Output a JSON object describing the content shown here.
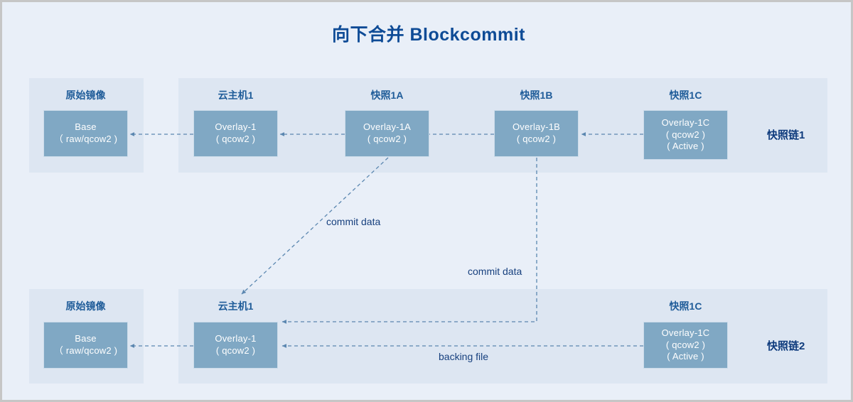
{
  "title": "向下合并 Blockcommit",
  "colors": {
    "page_background": "#e9eff8",
    "band": "#dde6f2",
    "node_fill": "#80a8c4",
    "node_text": "#ffffff",
    "caption_text": "#1f5c99",
    "chain_title_text": "#0e3b7d",
    "title_text": "#0e4b96",
    "connector": "#5b87b0",
    "border": "#c6c6c6"
  },
  "chains": [
    {
      "name": "快照链1",
      "nodes": [
        {
          "caption": "原始镜像",
          "lines": [
            "Base",
            "（ raw/qcow2 )"
          ]
        },
        {
          "caption": "云主机1",
          "lines": [
            "Overlay-1",
            "( qcow2 )"
          ]
        },
        {
          "caption": "快照1A",
          "lines": [
            "Overlay-1A",
            "( qcow2 )"
          ]
        },
        {
          "caption": "快照1B",
          "lines": [
            "Overlay-1B",
            "( qcow2 )"
          ]
        },
        {
          "caption": "快照1C",
          "lines": [
            "Overlay-1C",
            "( qcow2 )",
            "( Active )"
          ]
        }
      ]
    },
    {
      "name": "快照链2",
      "nodes": [
        {
          "caption": "原始镜像",
          "lines": [
            "Base",
            "（ raw/qcow2 )"
          ]
        },
        {
          "caption": "云主机1",
          "lines": [
            "Overlay-1",
            "( qcow2 )"
          ]
        },
        {
          "caption": "快照1C",
          "lines": [
            "Overlay-1C",
            "( qcow2 )",
            "( Active )"
          ]
        }
      ]
    }
  ],
  "node_text": {
    "base_line1": "Base",
    "base_line2": "（ raw/qcow2 )",
    "overlay1_line1": "Overlay-1",
    "overlay1_line2": "( qcow2 )",
    "overlay1a_line1": "Overlay-1A",
    "overlay1a_line2": "( qcow2 )",
    "overlay1b_line1": "Overlay-1B",
    "overlay1b_line2": "( qcow2 )",
    "overlay1c_line1": "Overlay-1C",
    "overlay1c_line2": "( qcow2 )",
    "overlay1c_line3": "( Active )",
    "base2_line1": "Base",
    "base2_line2": "（ raw/qcow2 )",
    "overlay1_b_line1": "Overlay-1",
    "overlay1_b_line2": "( qcow2 )",
    "overlay1c2_line1": "Overlay-1C",
    "overlay1c2_line2": "( qcow2 )",
    "overlay1c2_line3": "( Active )"
  },
  "captions": {
    "top_base": "原始镜像",
    "top_overlay1": "云主机1",
    "top_1a": "快照1A",
    "top_1b": "快照1B",
    "top_1c": "快照1C",
    "bottom_base": "原始镜像",
    "bottom_overlay1": "云主机1",
    "bottom_1c": "快照1C"
  },
  "chain_titles": {
    "top": "快照链1",
    "bottom": "快照链2"
  },
  "edge_labels": {
    "commit_data_1": "commit data",
    "commit_data_2": "commit data",
    "backing_file": "backing file"
  }
}
